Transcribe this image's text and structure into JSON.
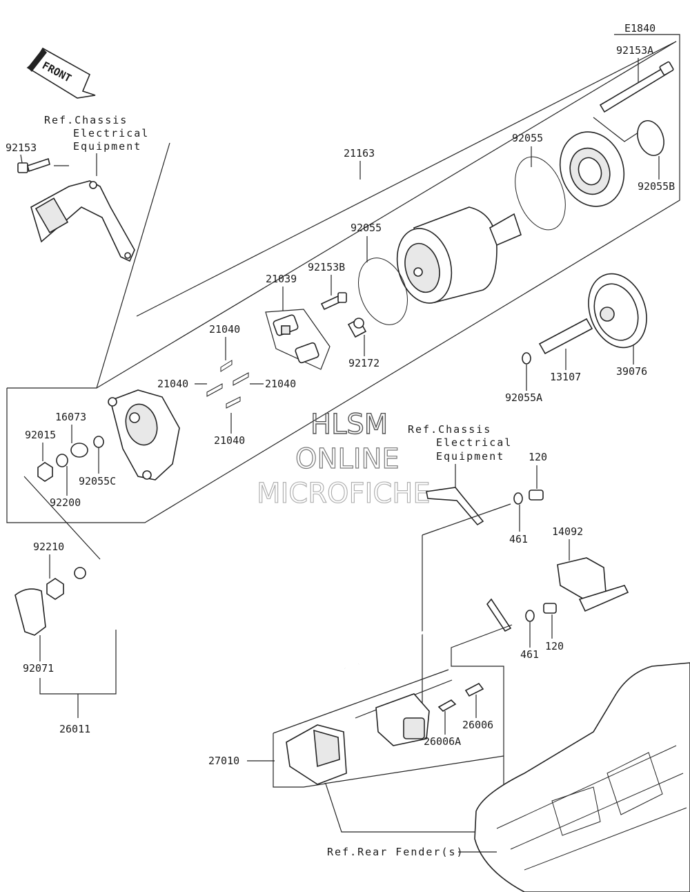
{
  "diagram": {
    "code": "E1840",
    "front_label": "FRONT",
    "watermark": [
      "HLSM",
      "ONLINE",
      "MICROFICHE"
    ],
    "references": {
      "chassis_top": [
        "Ref.Chassis",
        "Electrical",
        "Equipment"
      ],
      "chassis_mid": [
        "Ref.Chassis",
        "Electrical",
        "Equipment"
      ],
      "rear_fender": "Ref.Rear Fender(s)"
    },
    "parts": {
      "p92153": "92153",
      "p92153A": "92153A",
      "p21163": "21163",
      "p92055_top": "92055",
      "p92055B": "92055B",
      "p92055_mid": "92055",
      "p92153B": "92153B",
      "p21039": "21039",
      "p21040_a": "21040",
      "p21040_b": "21040",
      "p21040_c": "21040",
      "p21040_d": "21040",
      "p92172": "92172",
      "p16073": "16073",
      "p92015": "92015",
      "p92055C": "92055C",
      "p92200": "92200",
      "p92055A": "92055A",
      "p13107": "13107",
      "p39076": "39076",
      "p120_top": "120",
      "p461_top": "461",
      "p14092": "14092",
      "p461_bot": "461",
      "p120_bot": "120",
      "p92210": "92210",
      "p92071": "92071",
      "p26011": "26011",
      "p26006": "26006",
      "p26006A": "26006A",
      "p27010": "27010"
    }
  }
}
